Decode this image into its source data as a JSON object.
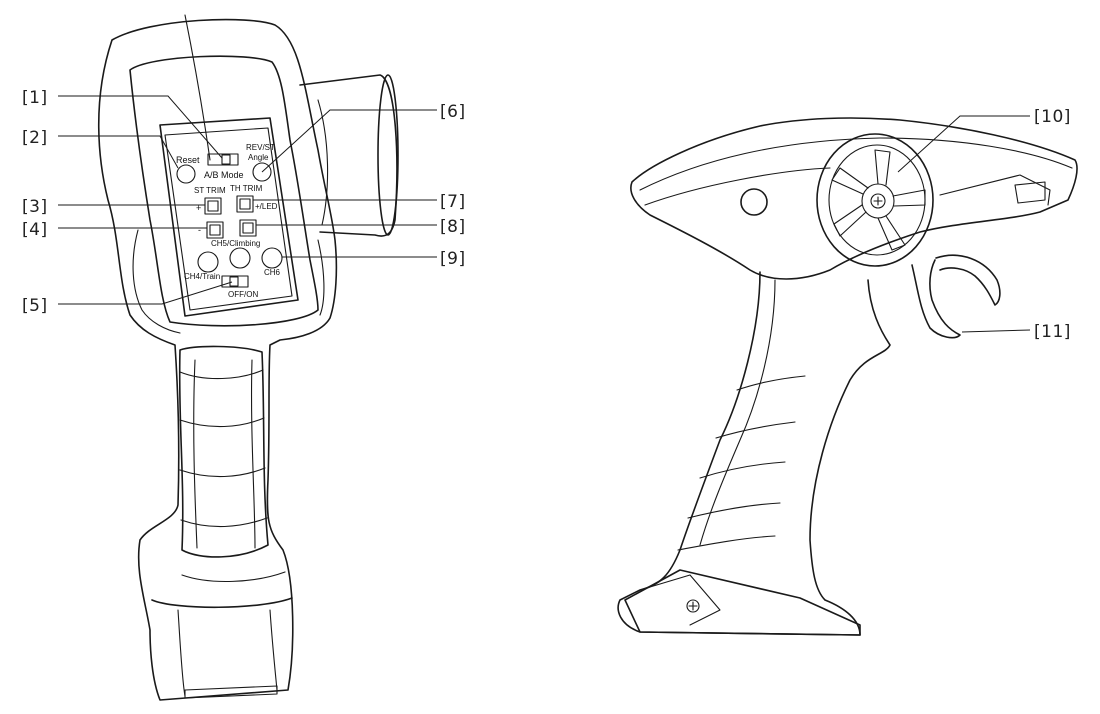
{
  "callouts": {
    "c1": "[1]",
    "c2": "[2]",
    "c3": "[3]",
    "c4": "[4]",
    "c5": "[5]",
    "c6": "[6]",
    "c7": "[7]",
    "c8": "[8]",
    "c9": "[9]",
    "c10": "[10]",
    "c11": "[11]"
  },
  "panel_labels": {
    "reset": "Reset",
    "ab_mode": "A/B Mode",
    "rev_st": "REV/ST",
    "angle": "Angle",
    "st_trim": "ST TRIM",
    "th_trim": "TH TRIM",
    "plus": "+",
    "minus": "-",
    "led": "+/LED",
    "ch5": "CH5/Climbing",
    "ch4": "CH4/Train",
    "ch6": "CH6",
    "off_on": "OFF/ON"
  },
  "colors": {
    "line": "#1a1a1a",
    "background": "#ffffff"
  }
}
